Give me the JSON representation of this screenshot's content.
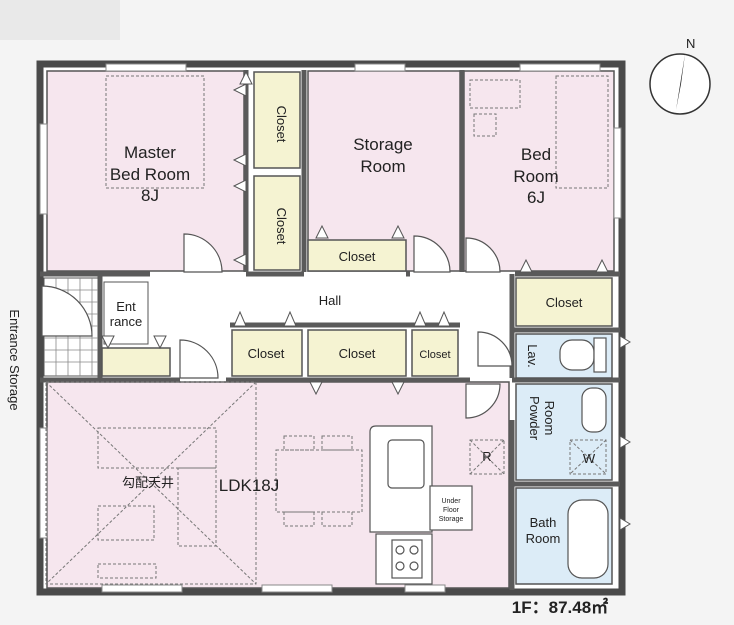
{
  "rooms": {
    "master": {
      "line1": "Master",
      "line2": "Bed Room",
      "line3": "8J"
    },
    "storage_room": {
      "line1": "Storage",
      "line2": "Room"
    },
    "bed": {
      "line1": "Bed",
      "line2": "Room",
      "line3": "6J"
    },
    "closet": "Closet",
    "hall": "Hall",
    "entrance": {
      "line1": "Ent",
      "line2": "rance"
    },
    "entrance_storage": "Entrance Storage",
    "ldk": "LDK18J",
    "sloped_ceiling": "勾配天井",
    "under_floor": {
      "line1": "Under",
      "line2": "Floor",
      "line3": "Storage"
    },
    "lav": "Lav.",
    "powder": {
      "line1": "Powder",
      "line2": "Room"
    },
    "washer": "W",
    "fridge": "R",
    "bath": {
      "line1": "Bath",
      "line2": "Room"
    }
  },
  "floor_area": "1F：87.48㎡",
  "compass": {
    "north": "N"
  },
  "colors": {
    "room_pink": "#f6e6ee",
    "closet_yellow": "#f5f3d2",
    "wet_blue": "#dcecf7",
    "wall": "#4a4a4a",
    "hall_white": "#ffffff"
  }
}
